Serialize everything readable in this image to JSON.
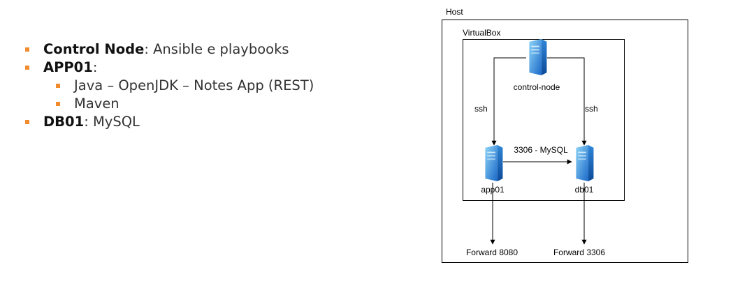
{
  "bullets": [
    {
      "bold": "Control Node",
      "rest": ": Ansible e playbooks",
      "level": 1
    },
    {
      "bold": "APP01",
      "rest": ":",
      "level": 1
    },
    {
      "bold": "",
      "rest": "Java – OpenJDK – Notes App (REST)",
      "level": 2
    },
    {
      "bold": "",
      "rest": "Maven",
      "level": 2
    },
    {
      "bold": "DB01",
      "rest": ": MySQL",
      "level": 1
    }
  ],
  "diagram": {
    "host_label": "Host",
    "virtualbox_label": "VirtualBox",
    "nodes": {
      "control": "control-node",
      "app": "app01",
      "db": "db01"
    },
    "edges": {
      "ssh_left": "ssh",
      "ssh_right": "ssh",
      "app_to_db": "3306 - MySQL",
      "forward_app": "Forward 8080",
      "forward_db": "Forward 3306"
    },
    "icons": {
      "server": "server-icon",
      "bullet": "square-bullet"
    }
  },
  "colors": {
    "bullet": "#F08C2E",
    "server_light": "#8FD6F8",
    "server_dark": "#1A68C8",
    "frame": "#000000"
  }
}
